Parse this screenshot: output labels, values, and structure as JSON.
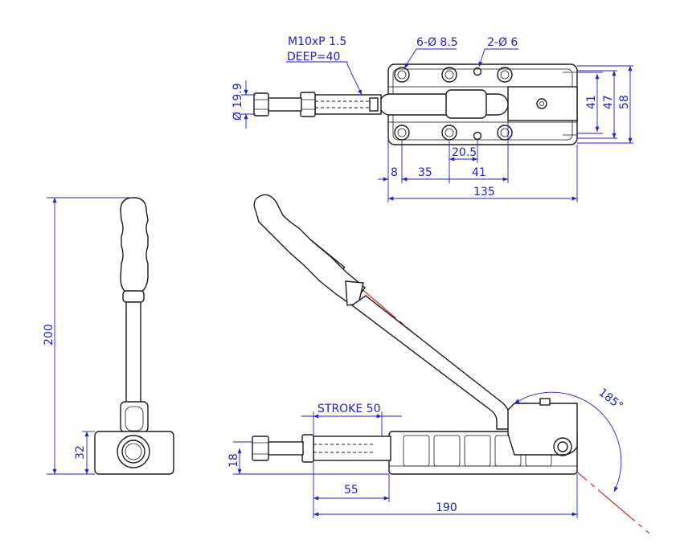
{
  "labels": {
    "thread": "M10xP 1.5",
    "deep": "DEEP=40",
    "holes6": "6-Ø 8.5",
    "holes2": "2-Ø 6",
    "dia": "Ø 19.9",
    "d8": "8",
    "d35": "35",
    "d41b": "41",
    "d20_5": "20.5",
    "d135": "135",
    "d41": "41",
    "d47": "47",
    "d58": "58",
    "d200": "200",
    "d32": "32",
    "stroke": "STROKE 50",
    "d18": "18",
    "d55": "55",
    "d190": "190",
    "angle": "185°"
  },
  "colors": {
    "dimension": "#1f22c8",
    "centerline": "#d01818",
    "outline": "#1a1a1a"
  }
}
